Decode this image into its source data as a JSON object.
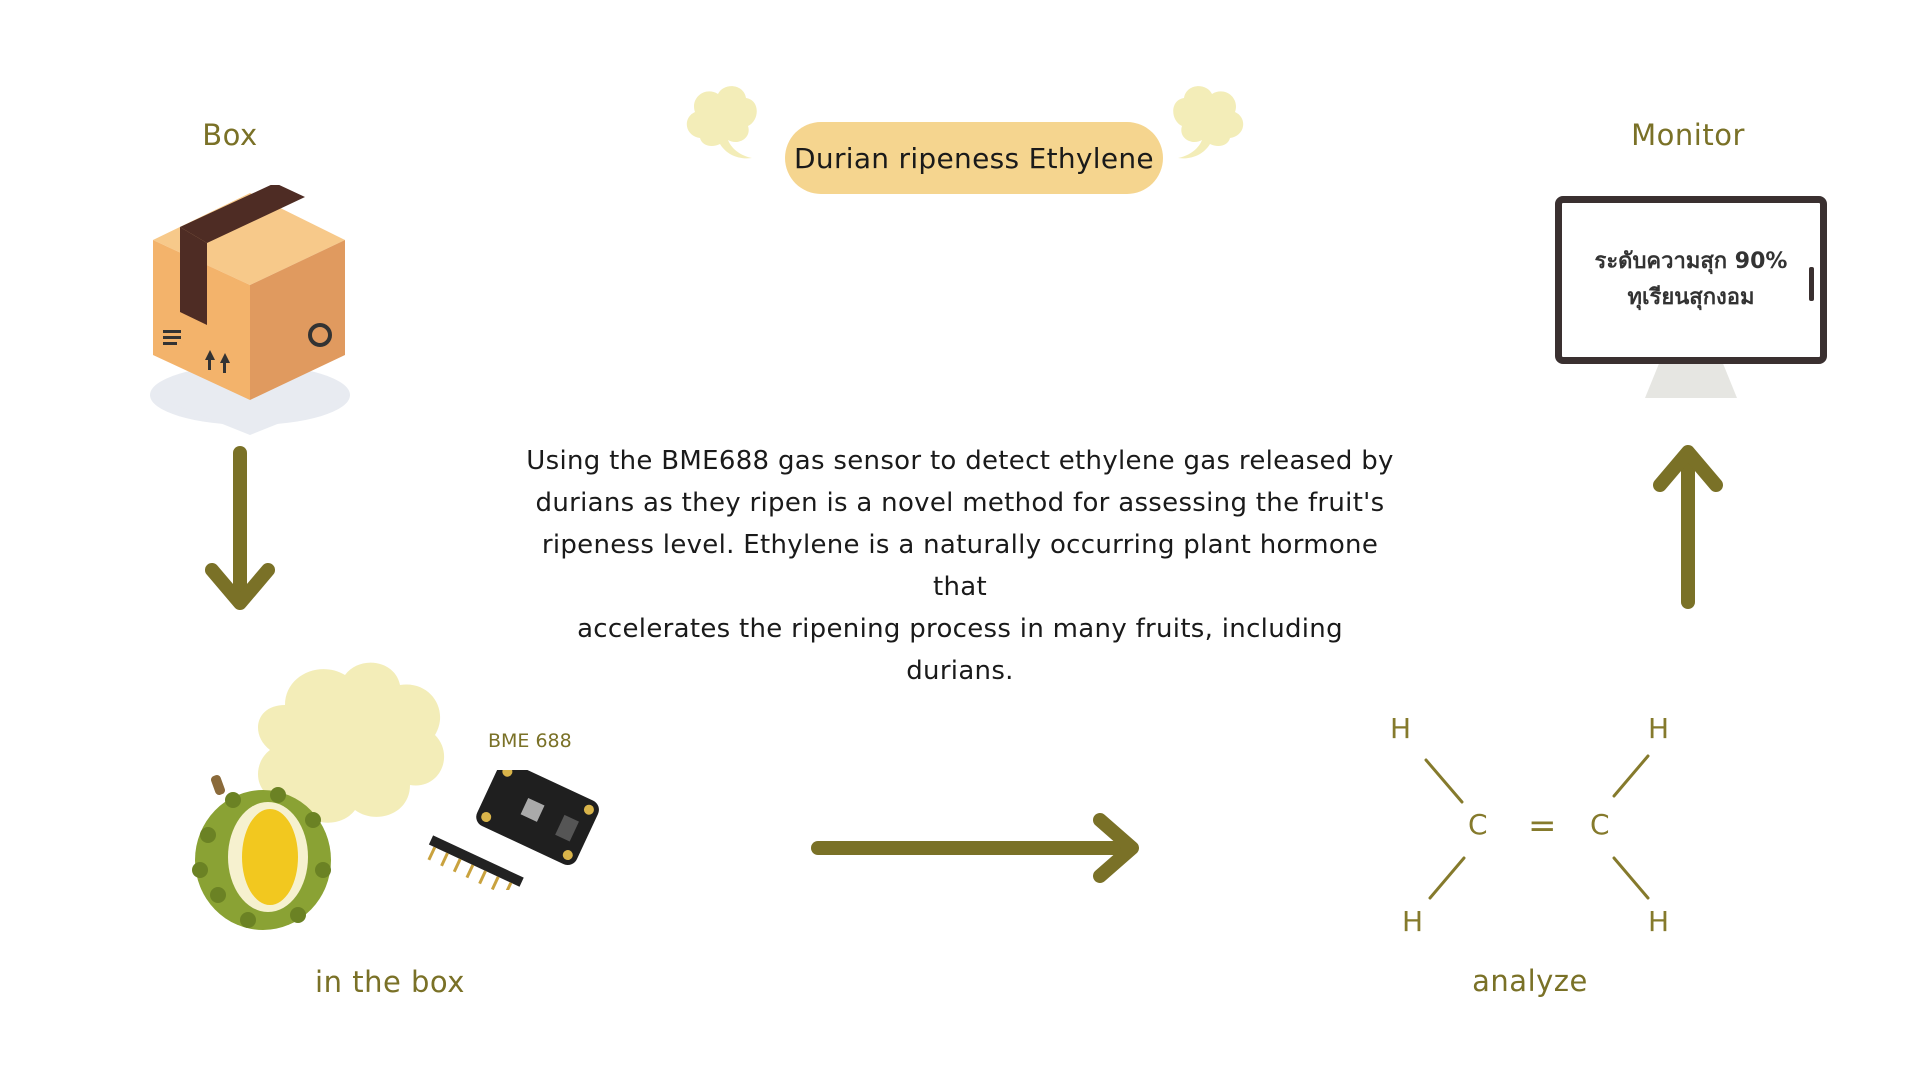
{
  "title": "Durian ripeness Ethylene",
  "steps": {
    "box": "Box",
    "in_box": "in the box",
    "analyze": "analyze",
    "monitor": "Monitor"
  },
  "description": {
    "lines": [
      "Using the BME688 gas sensor to detect ethylene gas released by",
      "durians as they ripen is a novel method for assessing the fruit's",
      "ripeness level. Ethylene is a naturally occurring plant hormone that",
      "accelerates the ripening process in many fruits, including durians."
    ]
  },
  "sensor_label": "BME 688",
  "monitor_screen": {
    "line1": "ระดับความสุก 90%",
    "line2": "ทุเรียนสุกงอม"
  },
  "molecule": {
    "h": "H",
    "c": "C",
    "bond": "="
  },
  "colors": {
    "olive": "#7a7127",
    "pill": "#f5d58f",
    "cloud": "#f3edb8"
  }
}
